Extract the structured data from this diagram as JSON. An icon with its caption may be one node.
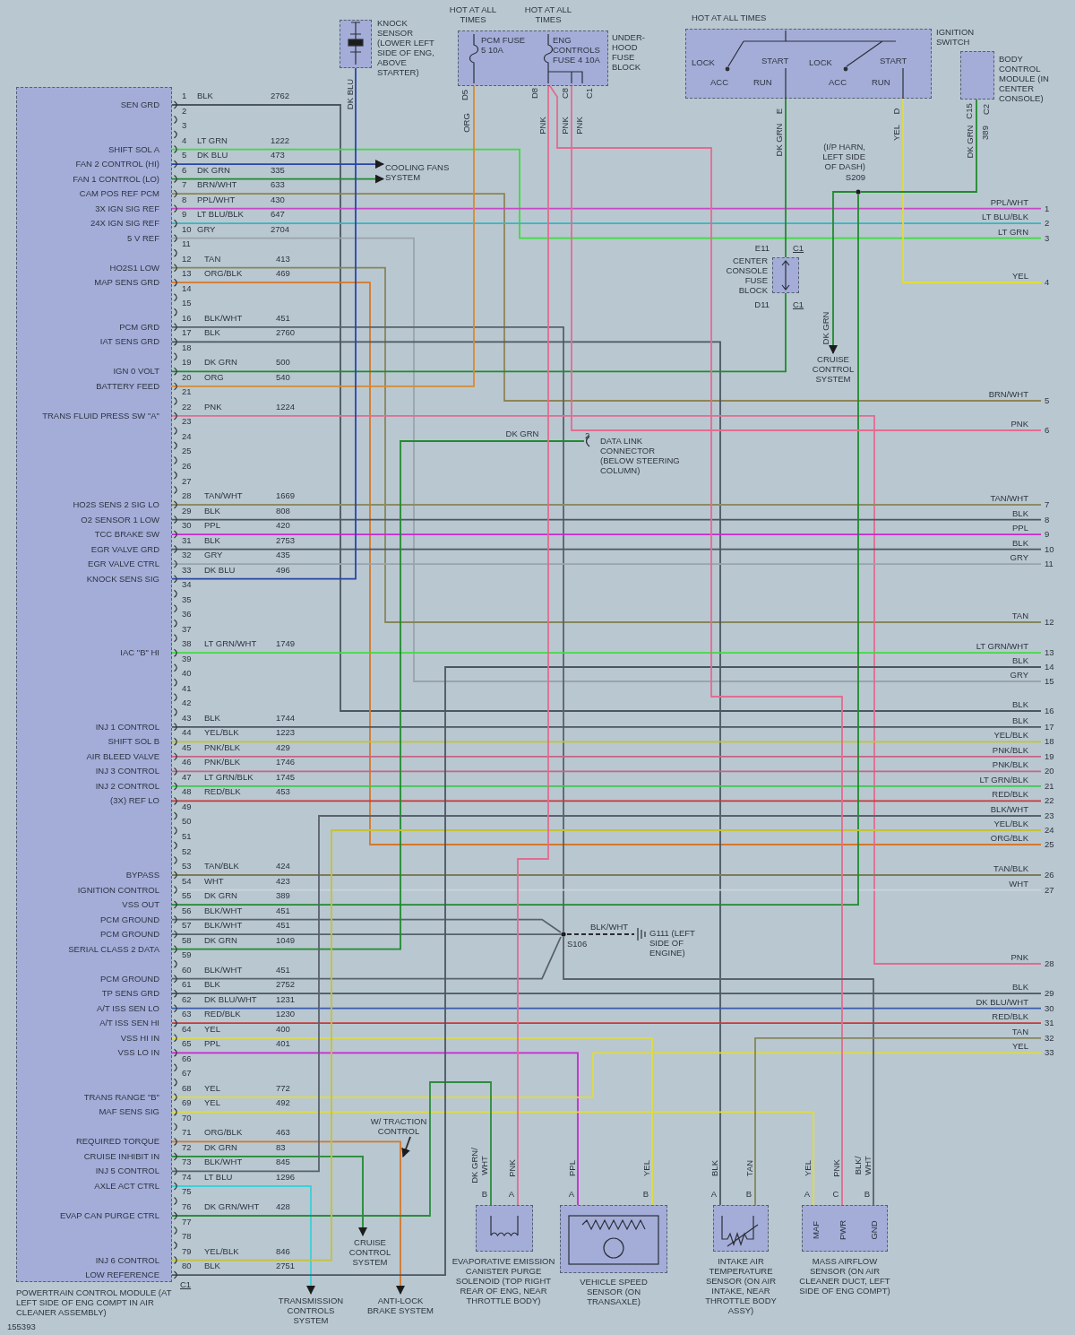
{
  "diagram": {
    "nodes": [
      {
        "text": [
          "POWERTRAIN CONTROL MODULE (AT LEFT SIDE OF ENG COMPT IN AIR CLEANER ASSEMBLY)"
        ]
      },
      {
        "text": [
          "KNOCK SENSOR (LOWER LEFT SIDE OF ENG, ABOVE STARTER)"
        ]
      },
      {
        "text": [
          "UNDER-HOOD FUSE BLOCK"
        ]
      },
      {
        "text": [
          "PCM FUSE 5 10A"
        ],
        "in": 2,
        "beside": [
          "HOT AT ALL TIMES"
        ]
      },
      {
        "text": [
          "ENG CONTROLS FUSE 4 10A"
        ],
        "in": 2,
        "beside": [
          "HOT AT ALL TIMES"
        ]
      },
      {
        "text": [
          "IGNITION SWITCH"
        ],
        "beside": [
          "HOT AT ALL TIMES"
        ]
      },
      {
        "text": [
          "BODY CONTROL MODULE (IN CENTER CONSOLE)"
        ]
      },
      {
        "text": [
          "COOLING FANS SYSTEM"
        ]
      },
      {
        "text": [
          "CENTER CONSOLE FUSE BLOCK"
        ]
      },
      {
        "text": [
          "(I/P HARN, LEFT SIDE OF DASH)",
          "S209"
        ]
      },
      {
        "text": [
          "CRUISE CONTROL SYSTEM"
        ]
      },
      {
        "text": [
          "DATA LINK CONNECTOR (BELOW STEERING COLUMN)"
        ]
      },
      {
        "text": [
          "S106"
        ]
      },
      {
        "text": [
          "G111 (LEFT SIDE OF ENGINE)"
        ]
      },
      {
        "text": [
          "CRUISE CONTROL SYSTEM"
        ]
      },
      {
        "text": [
          "TRANSMISSION CONTROLS SYSTEM"
        ]
      },
      {
        "text": [
          "ANTI-LOCK BRAKE SYSTEM"
        ]
      },
      {
        "text": [
          "EVAPORATIVE EMISSION CANISTER PURGE SOLENOID (TOP RIGHT REAR OF ENG, NEAR THROTTLE BODY)"
        ]
      },
      {
        "text": [
          "VEHICLE SPEED SENSOR (ON TRANSAXLE)"
        ]
      },
      {
        "text": [
          "INTAKE AIR TEMPERATURE SENSOR (ON AIR INTAKE, NEAR THROTTLE BODY ASSY)"
        ]
      },
      {
        "text": [
          "MAF",
          "PWR",
          "GND",
          "MASS AIRFLOW SENSOR (ON AIR CLEANER DUCT, LEFT SIDE OF ENG COMPT)"
        ]
      },
      {
        "text": [
          "W/ TRACTION CONTROL"
        ]
      },
      {
        "text": [
          "1"
        ]
      },
      {
        "text": [
          "2"
        ]
      },
      {
        "text": [
          "3"
        ]
      },
      {
        "text": [
          "4"
        ]
      },
      {
        "text": [
          "5"
        ]
      },
      {
        "text": [
          "6"
        ]
      },
      {
        "text": [
          "7"
        ]
      },
      {
        "text": [
          "8"
        ]
      },
      {
        "text": [
          "9"
        ]
      },
      {
        "text": [
          "10"
        ]
      },
      {
        "text": [
          "11"
        ]
      },
      {
        "text": [
          "12"
        ]
      },
      {
        "text": [
          "13"
        ]
      },
      {
        "text": [
          "14"
        ]
      },
      {
        "text": [
          "15"
        ]
      },
      {
        "text": [
          "16"
        ]
      },
      {
        "text": [
          "17"
        ]
      },
      {
        "text": [
          "18"
        ]
      },
      {
        "text": [
          "19"
        ]
      },
      {
        "text": [
          "20"
        ]
      },
      {
        "text": [
          "21"
        ]
      },
      {
        "text": [
          "22"
        ]
      },
      {
        "text": [
          "23"
        ]
      },
      {
        "text": [
          "24"
        ]
      },
      {
        "text": [
          "25"
        ]
      },
      {
        "text": [
          "26"
        ]
      },
      {
        "text": [
          "27"
        ]
      },
      {
        "text": [
          "28"
        ]
      },
      {
        "text": [
          "29"
        ]
      },
      {
        "text": [
          "30"
        ]
      },
      {
        "text": [
          "31"
        ]
      },
      {
        "text": [
          "32"
        ]
      },
      {
        "text": [
          "33"
        ]
      }
    ],
    "edges": [
      {
        "from": 0,
        "to": 37,
        "arrow": "none",
        "color": "#4b5661"
      },
      {
        "from": 0,
        "to": 24,
        "arrow": "none",
        "color": "#3fdc3f"
      },
      {
        "from": 0,
        "to": 7,
        "arrow": "to",
        "color": "#2a45a8"
      },
      {
        "from": 0,
        "to": 7,
        "arrow": "to",
        "color": "#1f8b2f"
      },
      {
        "from": 0,
        "to": 26,
        "arrow": "none",
        "color": "#8e8455"
      },
      {
        "from": 0,
        "to": 22,
        "arrow": "none",
        "color": "#c848c8"
      },
      {
        "from": 0,
        "to": 23,
        "arrow": "none",
        "color": "#34b8c0"
      },
      {
        "from": 0,
        "to": 36,
        "arrow": "none",
        "color": "#9aa4ac"
      },
      {
        "from": 0,
        "to": 33,
        "arrow": "none",
        "color": "#86865a"
      },
      {
        "from": 0,
        "to": 46,
        "arrow": "none",
        "color": "#d4782c"
      },
      {
        "from": 0,
        "to": 12,
        "arrow": "none",
        "color": "#58626c"
      },
      {
        "from": 0,
        "to": 19,
        "arrow": "none",
        "color": "#4b5661"
      },
      {
        "from": 0,
        "to": 8,
        "arrow": "none",
        "color": "#1f8b2f"
      },
      {
        "from": 0,
        "to": 3,
        "arrow": "none",
        "color": "#d88a30"
      },
      {
        "from": 0,
        "to": 49,
        "arrow": "none",
        "color": "#e26c90"
      },
      {
        "from": 0,
        "to": 28,
        "arrow": "none",
        "color": "#8c8c64"
      },
      {
        "from": 0,
        "to": 29,
        "arrow": "none",
        "color": "#4b5661"
      },
      {
        "from": 0,
        "to": 30,
        "arrow": "none",
        "color": "#c828d0"
      },
      {
        "from": 0,
        "to": 31,
        "arrow": "none",
        "color": "#4b5661"
      },
      {
        "from": 0,
        "to": 32,
        "arrow": "none",
        "color": "#9aa4ac"
      },
      {
        "from": 0,
        "to": 1,
        "arrow": "none",
        "color": "#2a45a8"
      },
      {
        "from": 0,
        "to": 34,
        "arrow": "none",
        "color": "#3fdc3f"
      },
      {
        "from": 0,
        "to": 38,
        "arrow": "none",
        "color": "#4b5661"
      },
      {
        "from": 0,
        "to": 39,
        "arrow": "none",
        "color": "#c4c23a"
      },
      {
        "from": 0,
        "to": 40,
        "arrow": "none",
        "color": "#c86484"
      },
      {
        "from": 0,
        "to": 41,
        "arrow": "none",
        "color": "#c86484"
      },
      {
        "from": 0,
        "to": 42,
        "arrow": "none",
        "color": "#3cc84c"
      },
      {
        "from": 0,
        "to": 43,
        "arrow": "none",
        "color": "#c83838"
      },
      {
        "from": 0,
        "to": 47,
        "arrow": "none",
        "color": "#7c7c58"
      },
      {
        "from": 0,
        "to": 48,
        "arrow": "none",
        "color": "#ccd4da"
      },
      {
        "from": 0,
        "to": 9,
        "arrow": "none",
        "color": "#1f8b2f"
      },
      {
        "from": 0,
        "to": 12,
        "arrow": "none",
        "color": "#58626c"
      },
      {
        "from": 0,
        "to": 12,
        "arrow": "none",
        "color": "#58626c"
      },
      {
        "from": 0,
        "to": 11,
        "arrow": "none",
        "color": "#1f8b2f"
      },
      {
        "from": 0,
        "to": 12,
        "arrow": "none",
        "color": "#58626c"
      },
      {
        "from": 0,
        "to": 50,
        "arrow": "none",
        "color": "#4b5661"
      },
      {
        "from": 0,
        "to": 51,
        "arrow": "none",
        "color": "#3a5cb0"
      },
      {
        "from": 0,
        "to": 52,
        "arrow": "none",
        "color": "#c83838"
      },
      {
        "from": 0,
        "to": 18,
        "arrow": "none",
        "color": "#e0dc3a"
      },
      {
        "from": 0,
        "to": 18,
        "arrow": "none",
        "color": "#c828d0"
      },
      {
        "from": 0,
        "to": 54,
        "arrow": "none",
        "color": "#e0dc3a"
      },
      {
        "from": 0,
        "to": 20,
        "arrow": "none",
        "color": "#e0dc3a"
      },
      {
        "from": 0,
        "to": 16,
        "arrow": "to",
        "color": "#d4782c"
      },
      {
        "from": 0,
        "to": 14,
        "arrow": "to",
        "color": "#1f8b2f"
      },
      {
        "from": 0,
        "to": 44,
        "arrow": "none",
        "color": "#58626c"
      },
      {
        "from": 0,
        "to": 15,
        "arrow": "to",
        "color": "#3ad0d8"
      },
      {
        "from": 0,
        "to": 17,
        "arrow": "none",
        "color": "#2c8c3c"
      },
      {
        "from": 0,
        "to": 45,
        "arrow": "none",
        "color": "#c4c23a"
      },
      {
        "from": 0,
        "to": 35,
        "arrow": "none",
        "color": "#4b5661"
      },
      {
        "from": 5,
        "to": 8,
        "arrow": "none",
        "color": "#1f8b2f"
      },
      {
        "from": 5,
        "to": 25,
        "arrow": "none",
        "color": "#e0dc3a"
      },
      {
        "from": 6,
        "to": 9,
        "arrow": "none",
        "color": "#1f8b2f"
      },
      {
        "from": 9,
        "to": 10,
        "arrow": "to",
        "color": "#1f8b2f"
      },
      {
        "from": 4,
        "to": 17,
        "arrow": "none",
        "color": "#e26c90"
      },
      {
        "from": 4,
        "to": 20,
        "arrow": "none",
        "color": "#e26c90"
      },
      {
        "from": 4,
        "to": 27,
        "arrow": "none",
        "color": "#e26c90"
      },
      {
        "from": 12,
        "to": 13,
        "arrow": "none",
        "style": "dashed",
        "color": "#2b2b2b"
      },
      {
        "from": 12,
        "to": 20,
        "arrow": "none",
        "color": "#58626c"
      },
      {
        "from": 19,
        "to": 53,
        "arrow": "none",
        "color": "#86865a"
      },
      {
        "from": 21,
        "to": null,
        "arrow": "to",
        "color": "#2b2b2b"
      }
    ],
    "labels": [
      "SEN GRD",
      "1",
      "BLK",
      "2762",
      "2",
      "3",
      "SHIFT SOL A",
      "4",
      "LT GRN",
      "1222",
      "FAN 2 CONTROL (HI)",
      "5",
      "DK BLU",
      "473",
      "FAN 1 CONTROL (LO)",
      "6",
      "DK GRN",
      "335",
      "CAM POS REF PCM",
      "7",
      "BRN/WHT",
      "633",
      "3X IGN SIG REF",
      "8",
      "PPL/WHT",
      "430",
      "24X IGN SIG REF",
      "9",
      "LT BLU/BLK",
      "647",
      "5 V REF",
      "10",
      "GRY",
      "2704",
      "11",
      "HO2S1 LOW",
      "12",
      "TAN",
      "413",
      "MAP SENS GRD",
      "13",
      "ORG/BLK",
      "469",
      "14",
      "15",
      "PCM GRD",
      "16",
      "BLK/WHT",
      "451",
      "IAT SENS GRD",
      "17",
      "BLK",
      "2760",
      "18",
      "IGN 0 VOLT",
      "19",
      "DK GRN",
      "500",
      "BATTERY FEED",
      "20",
      "ORG",
      "540",
      "21",
      "TRANS FLUID PRESS SW \"A\"",
      "22",
      "PNK",
      "1224",
      "23",
      "24",
      "25",
      "26",
      "27",
      "HO2S SENS 2 SIG LO",
      "28",
      "TAN/WHT",
      "1669",
      "O2 SENSOR 1 LOW",
      "29",
      "BLK",
      "808",
      "TCC BRAKE SW",
      "30",
      "PPL",
      "420",
      "EGR VALVE GRD",
      "31",
      "BLK",
      "2753",
      "EGR VALVE CTRL",
      "32",
      "GRY",
      "435",
      "KNOCK SENS SIG",
      "33",
      "DK BLU",
      "496",
      "34",
      "35",
      "36",
      "37",
      "IAC \"B\" HI",
      "38",
      "LT GRN/WHT",
      "1749",
      "39",
      "40",
      "41",
      "42",
      "INJ 1 CONTROL",
      "43",
      "BLK",
      "1744",
      "SHIFT SOL B",
      "44",
      "YEL/BLK",
      "1223",
      "AIR BLEED VALVE",
      "45",
      "PNK/BLK",
      "429",
      "INJ 3 CONTROL",
      "46",
      "PNK/BLK",
      "1746",
      "INJ 2 CONTROL",
      "47",
      "LT GRN/BLK",
      "1745",
      "(3X) REF LO",
      "48",
      "RED/BLK",
      "453",
      "49",
      "50",
      "51",
      "52",
      "BYPASS",
      "53",
      "TAN/BLK",
      "424",
      "IGNITION CONTROL",
      "54",
      "WHT",
      "423",
      "VSS OUT",
      "55",
      "DK GRN",
      "389",
      "PCM GROUND",
      "56",
      "BLK/WHT",
      "451",
      "PCM GROUND",
      "57",
      "BLK/WHT",
      "451",
      "SERIAL CLASS 2 DATA",
      "58",
      "DK GRN",
      "1049",
      "59",
      "PCM GROUND",
      "60",
      "BLK/WHT",
      "451",
      "TP SENS GRD",
      "61",
      "BLK",
      "2752",
      "A/T ISS SEN LO",
      "62",
      "DK BLU/WHT",
      "1231",
      "A/T ISS SEN HI",
      "63",
      "RED/BLK",
      "1230",
      "VSS HI IN",
      "64",
      "YEL",
      "400",
      "VSS LO IN",
      "65",
      "PPL",
      "401",
      "66",
      "67",
      "TRANS RANGE \"B\"",
      "68",
      "YEL",
      "772",
      "MAF SENS SIG",
      "69",
      "YEL",
      "492",
      "70",
      "REQUIRED TORQUE",
      "71",
      "ORG/BLK",
      "463",
      "CRUISE INHIBIT IN",
      "72",
      "DK GRN",
      "83",
      "INJ 5 CONTROL",
      "73",
      "BLK/WHT",
      "845",
      "AXLE ACT CTRL",
      "74",
      "LT BLU",
      "1296",
      "75",
      "EVAP CAN PURGE CTRL",
      "76",
      "DK GRN/WHT",
      "428",
      "77",
      "78",
      "INJ 6 CONTROL",
      "79",
      "YEL/BLK",
      "846",
      "LOW REFERENCE",
      "80",
      "BLK",
      "2751",
      "PPL/WHT",
      "LT BLU/BLK",
      "LT GRN",
      "YEL",
      "BRN/WHT",
      "PNK",
      "TAN/WHT",
      "BLK",
      "PPL",
      "BLK",
      "GRY",
      "TAN",
      "LT GRN/WHT",
      "BLK",
      "GRY",
      "BLK",
      "BLK",
      "YEL/BLK",
      "PNK/BLK",
      "PNK/BLK",
      "LT GRN/BLK",
      "RED/BLK",
      "BLK/WHT",
      "YEL/BLK",
      "ORG/BLK",
      "TAN/BLK",
      "WHT",
      "PNK",
      "BLK",
      "DK BLU/WHT",
      "RED/BLK",
      "TAN",
      "YEL",
      "DK BLU",
      "D5",
      "ORG",
      "D8",
      "PNK",
      "PNK",
      "C8",
      "PNK",
      "C1",
      "LOCK",
      "START",
      "LOCK",
      "START",
      "ACC",
      "RUN",
      "ACC",
      "RUN",
      "E",
      "DK GRN",
      "D",
      "YEL",
      "C15",
      "C2",
      "DK GRN",
      "389",
      "E11",
      "C1",
      "D11",
      "C1",
      "DK GRN",
      "DK GRN",
      "2",
      "BLK/WHT",
      "DK GRN/ WHT",
      "PNK",
      "B",
      "A",
      "PPL",
      "YEL",
      "A",
      "B",
      "BLK",
      "TAN",
      "A",
      "B",
      "YEL",
      "PNK",
      "BLK/ WHT",
      "A",
      "C",
      "B",
      "C1",
      "155393"
    ]
  }
}
